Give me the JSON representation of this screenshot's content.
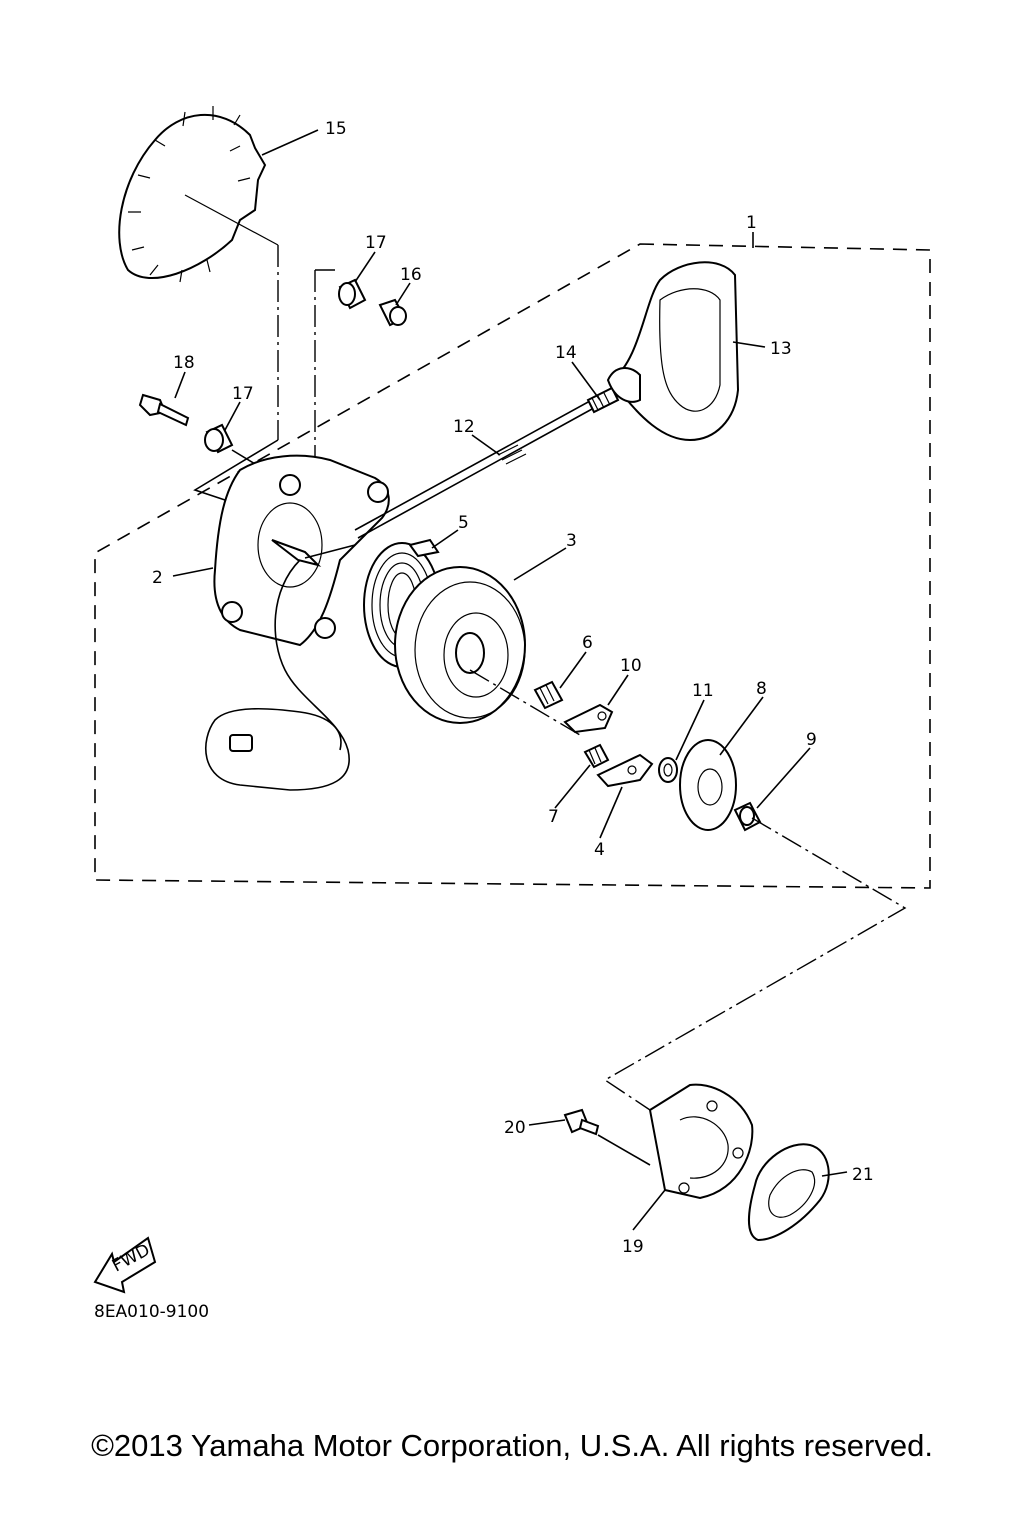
{
  "callouts": [
    "1",
    "2",
    "3",
    "4",
    "5",
    "6",
    "7",
    "8",
    "9",
    "10",
    "11",
    "12",
    "13",
    "14",
    "15",
    "16",
    "17",
    "17",
    "18",
    "19",
    "20",
    "21"
  ],
  "fwd_label": "FWD",
  "diagram_code": "8EA010-9100",
  "copyright": "©2013 Yamaha Motor Corporation, U.S.A. All rights reserved."
}
